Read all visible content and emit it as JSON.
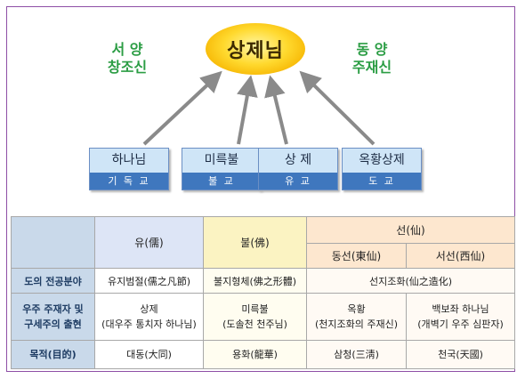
{
  "west": {
    "line1": "서 양",
    "line2": "창조신"
  },
  "east": {
    "line1": "동 양",
    "line2": "주재신"
  },
  "center": {
    "label": "상제님"
  },
  "nodes": [
    {
      "name": "하나님",
      "sub": "기 독 교"
    },
    {
      "name": "미륵불",
      "sub": "불 교"
    },
    {
      "name": "상 제",
      "sub": "유 교"
    },
    {
      "name": "옥황상제",
      "sub": "도 교"
    }
  ],
  "table": {
    "headers": {
      "yu": "유(儒)",
      "bul": "불(佛)",
      "seon": "선(仙)",
      "seon_east": "동선(東仙)",
      "seon_west": "서선(西仙)"
    },
    "rows": [
      {
        "label": "도의 전공분야",
        "yu": "유지범절(儒之凡節)",
        "bul": "불지형체(佛之形體)",
        "seon": "선지조화(仙之造化)"
      },
      {
        "label1": "우주 주재자 및",
        "label2": "구세주의 출현",
        "yu1": "상제",
        "yu2": "(대우주 통치자 하나님)",
        "bul1": "미륵불",
        "bul2": "(도솔천 천주님)",
        "east1": "옥황",
        "east2": "(천지조화의 주재신)",
        "west1": "백보좌 하나님",
        "west2": "(개벽기 우주 심판자)"
      },
      {
        "label": "목적(目的)",
        "yu": "대동(大同)",
        "bul": "용화(龍華)",
        "east": "삼청(三淸)",
        "west": "천국(天國)"
      }
    ]
  },
  "colors": {
    "frame": "#8e4fa6",
    "green_title": "#2b9d44",
    "node_blue": "#3f77be",
    "arrow": "#8a8a8a"
  }
}
